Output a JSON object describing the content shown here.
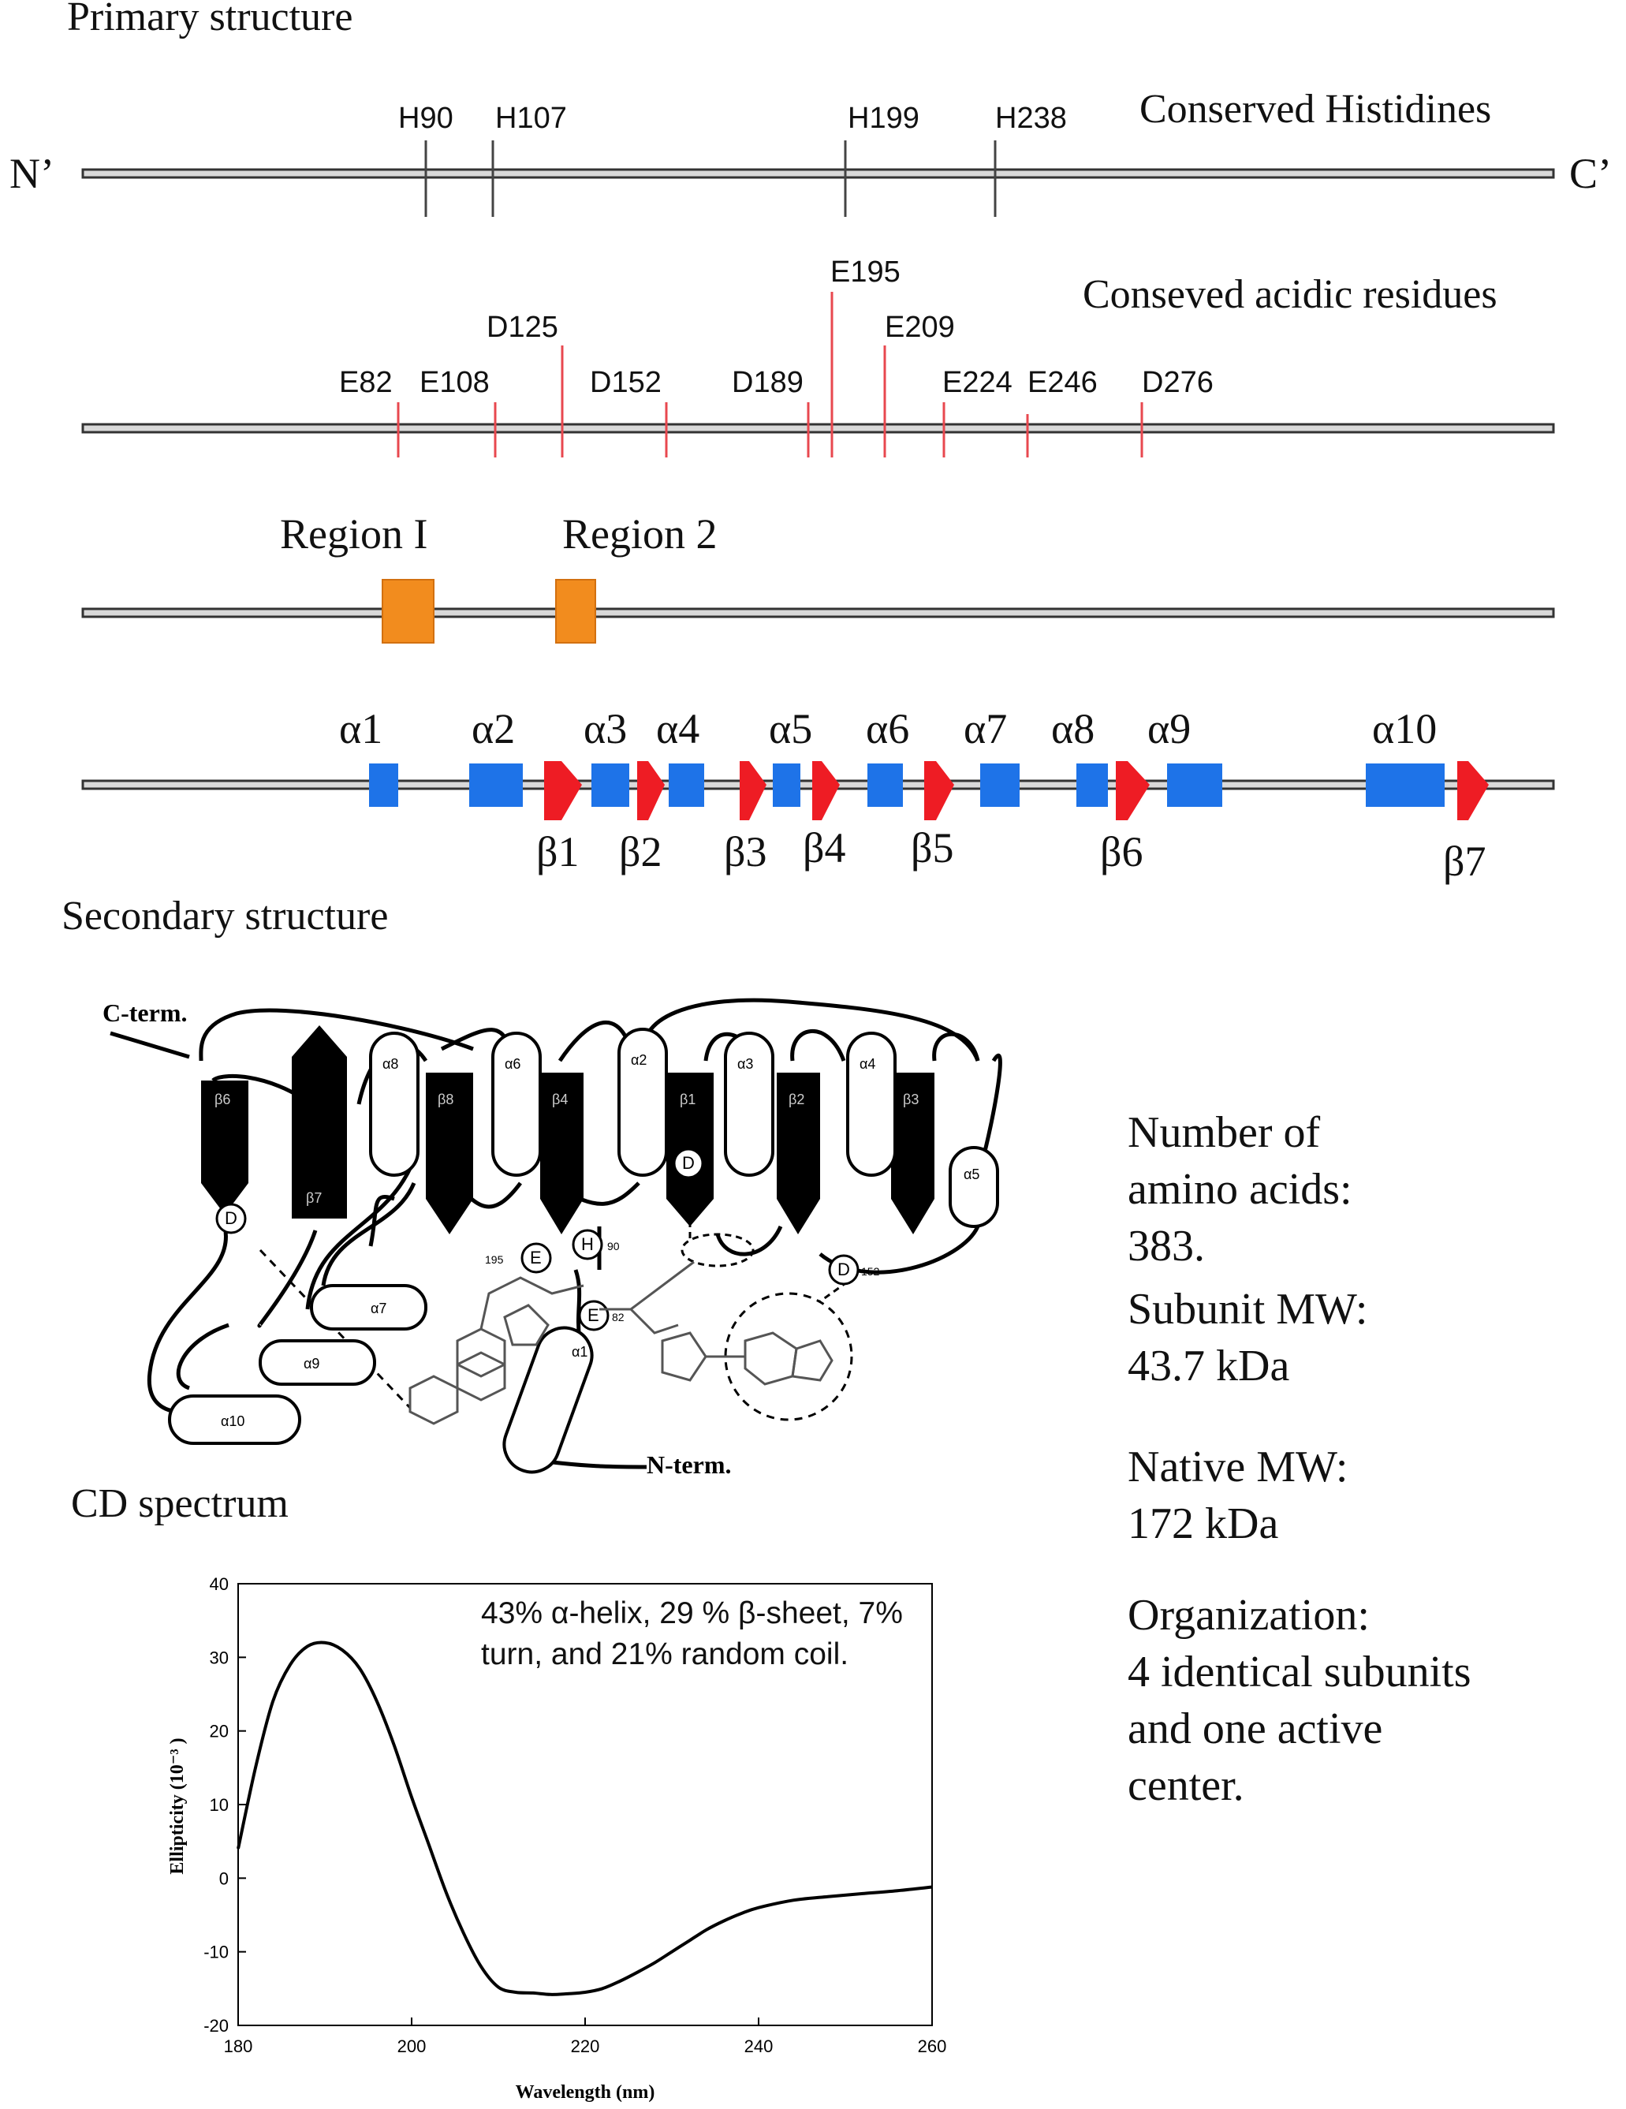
{
  "titles": {
    "primary": "Primary structure",
    "secondary": "Secondary structure",
    "cd": "CD spectrum"
  },
  "primary": {
    "n_label": "N’",
    "c_label": "C’",
    "histidine_title": "Conserved Histidines",
    "histidines": [
      "H90",
      "H107",
      "H199",
      "H238"
    ],
    "acidic_title": "Conseved acidic residues",
    "acidic": [
      "E82",
      "E108",
      "D125",
      "D152",
      "D189",
      "E195",
      "E209",
      "E224",
      "E246",
      "D276"
    ],
    "regions": [
      "Region I",
      "Region 2"
    ],
    "helices": [
      "α1",
      "α2",
      "α3",
      "α4",
      "α5",
      "α6",
      "α7",
      "α8",
      "α9",
      "α10"
    ],
    "strands": [
      "β1",
      "β2",
      "β3",
      "β4",
      "β5",
      "β6",
      "β7"
    ],
    "colors": {
      "histidine_tick": "#333333",
      "acidic_tick": "#e8484f",
      "region": "#f28c1e",
      "helix": "#1e73e8",
      "strand": "#ee1c24"
    }
  },
  "topology": {
    "c_term": "C-term.",
    "n_term": "N-term.",
    "strand_labels": [
      "β6",
      "β7",
      "β8",
      "β4",
      "β1",
      "β2",
      "β3"
    ],
    "helix_labels": [
      "α8",
      "α6",
      "α2",
      "α3",
      "α4",
      "α5",
      "α7",
      "α9",
      "α10",
      "α1"
    ],
    "residues": [
      "D",
      "E",
      "H",
      "D",
      "E",
      "D"
    ],
    "residue_numbers": [
      "195",
      "90",
      "82",
      "152"
    ]
  },
  "info": {
    "line1": "Number of",
    "line2": "amino acids:",
    "line3": "383.",
    "line4": "Subunit MW:",
    "line5": "43.7 kDa",
    "line6": "Native MW:",
    "line7": "172 kDa",
    "line8": "Organization:",
    "line9": "4 identical subunits",
    "line10": "and one active",
    "line11": "center."
  },
  "chart_data": {
    "type": "line",
    "title": "",
    "xlabel": "Wavelength (nm)",
    "ylabel": "Ellipticity (10⁻³ )",
    "xlim": [
      180,
      260
    ],
    "ylim": [
      -20,
      40
    ],
    "xticks": [
      180,
      200,
      220,
      240,
      260
    ],
    "yticks": [
      -20,
      -10,
      0,
      10,
      20,
      30,
      40
    ],
    "annotation": "43% α-helix, 29 % β-sheet, 7% turn, and 21% random coil.",
    "x": [
      180,
      182,
      184,
      186,
      188,
      190,
      192,
      194,
      196,
      198,
      200,
      202,
      204,
      206,
      208,
      210,
      212,
      214,
      216,
      218,
      220,
      222,
      224,
      226,
      228,
      230,
      232,
      234,
      236,
      238,
      240,
      244,
      248,
      252,
      256,
      260
    ],
    "y": [
      4,
      15,
      24,
      29,
      31.5,
      32,
      31,
      28.5,
      24,
      18,
      11,
      4.5,
      -2,
      -7.5,
      -12,
      -14.8,
      -15.5,
      -15.6,
      -15.8,
      -15.7,
      -15.5,
      -15,
      -14,
      -12.8,
      -11.5,
      -10,
      -8.5,
      -7,
      -5.8,
      -4.8,
      -4,
      -3,
      -2.5,
      -2.1,
      -1.7,
      -1.2
    ],
    "grid": false
  }
}
